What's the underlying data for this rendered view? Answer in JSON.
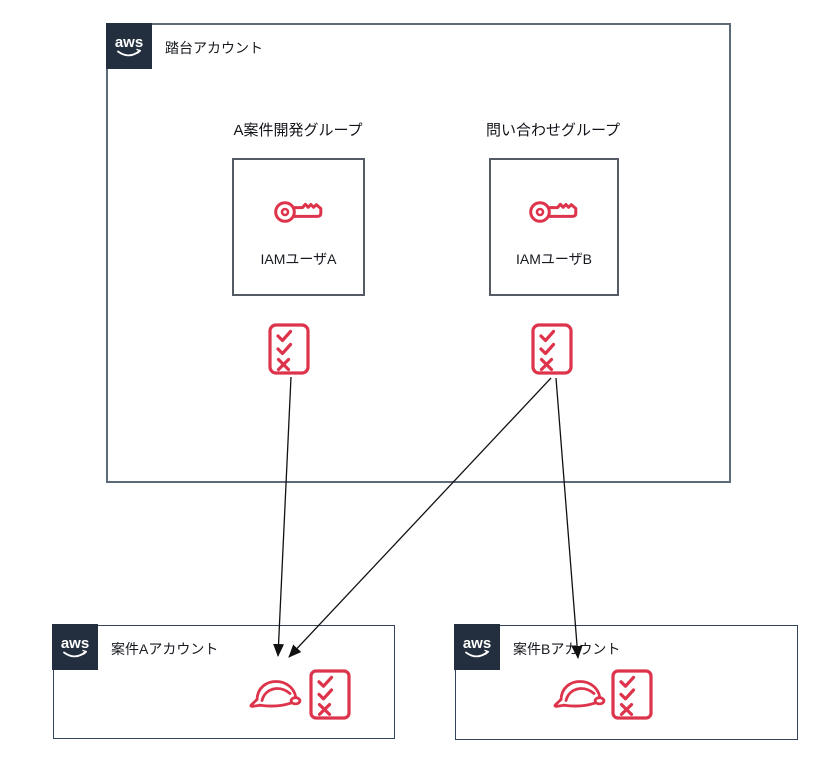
{
  "diagram": {
    "bastion": {
      "logo_text": "aws",
      "title": "踏台アカウント",
      "groups": [
        {
          "label": "A案件開発グループ",
          "user_label": "IAMユーザA",
          "icon": "key-icon"
        },
        {
          "label": "問い合わせグループ",
          "user_label": "IAMユーザB",
          "icon": "key-icon"
        }
      ],
      "policy_icons": [
        {
          "icon": "policy-checklist-icon",
          "under": "A案件開発グループ"
        },
        {
          "icon": "policy-checklist-icon",
          "under": "問い合わせグループ"
        }
      ]
    },
    "accounts": [
      {
        "logo_text": "aws",
        "label": "案件Aアカウント",
        "icons": [
          "role-hat-icon",
          "policy-checklist-icon"
        ]
      },
      {
        "logo_text": "aws",
        "label": "案件Bアカウント",
        "icons": [
          "role-hat-icon",
          "policy-checklist-icon"
        ]
      }
    ],
    "arrows": [
      {
        "from": "policy-under-group-a",
        "to": "account-a-role"
      },
      {
        "from": "policy-under-group-b",
        "to": "account-a-role"
      },
      {
        "from": "policy-under-group-b",
        "to": "account-b-role"
      }
    ],
    "colors": {
      "icon_red": "#DD344C",
      "aws_navy": "#232F3E",
      "arrow_black": "#111111",
      "group_border_gray": "#545B64"
    }
  }
}
